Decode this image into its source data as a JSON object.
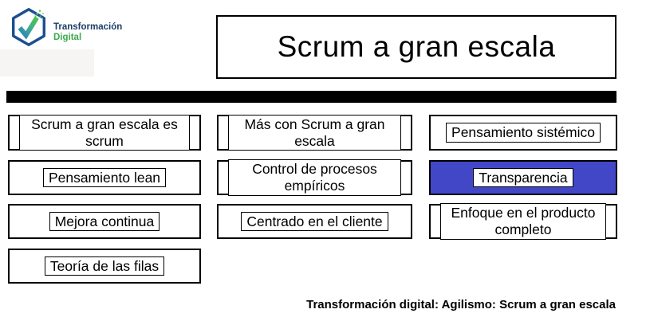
{
  "logo": {
    "line1": "Transformación",
    "line2": "Digital"
  },
  "title": "Scrum a gran escala",
  "boxes": {
    "col1": [
      {
        "label": "Scrum a gran escala es scrum"
      },
      {
        "label": "Pensamiento lean"
      },
      {
        "label": "Mejora continua"
      },
      {
        "label": "Teoría de las filas"
      }
    ],
    "col2": [
      {
        "label": "Más con Scrum a gran escala"
      },
      {
        "label": "Control de procesos empíricos"
      },
      {
        "label": "Centrado en el cliente"
      }
    ],
    "col3": [
      {
        "label": "Pensamiento sistémico"
      },
      {
        "label": "Transparencia",
        "highlighted": true
      },
      {
        "label": "Enfoque en el producto completo"
      }
    ]
  },
  "colors": {
    "highlight": "#4247c8",
    "divider_bar": "#000000",
    "logo_navy": "#1b3f66",
    "logo_green": "#3aaa4c"
  },
  "footer": "Transformación digital: Agilismo: Scrum a gran escala"
}
